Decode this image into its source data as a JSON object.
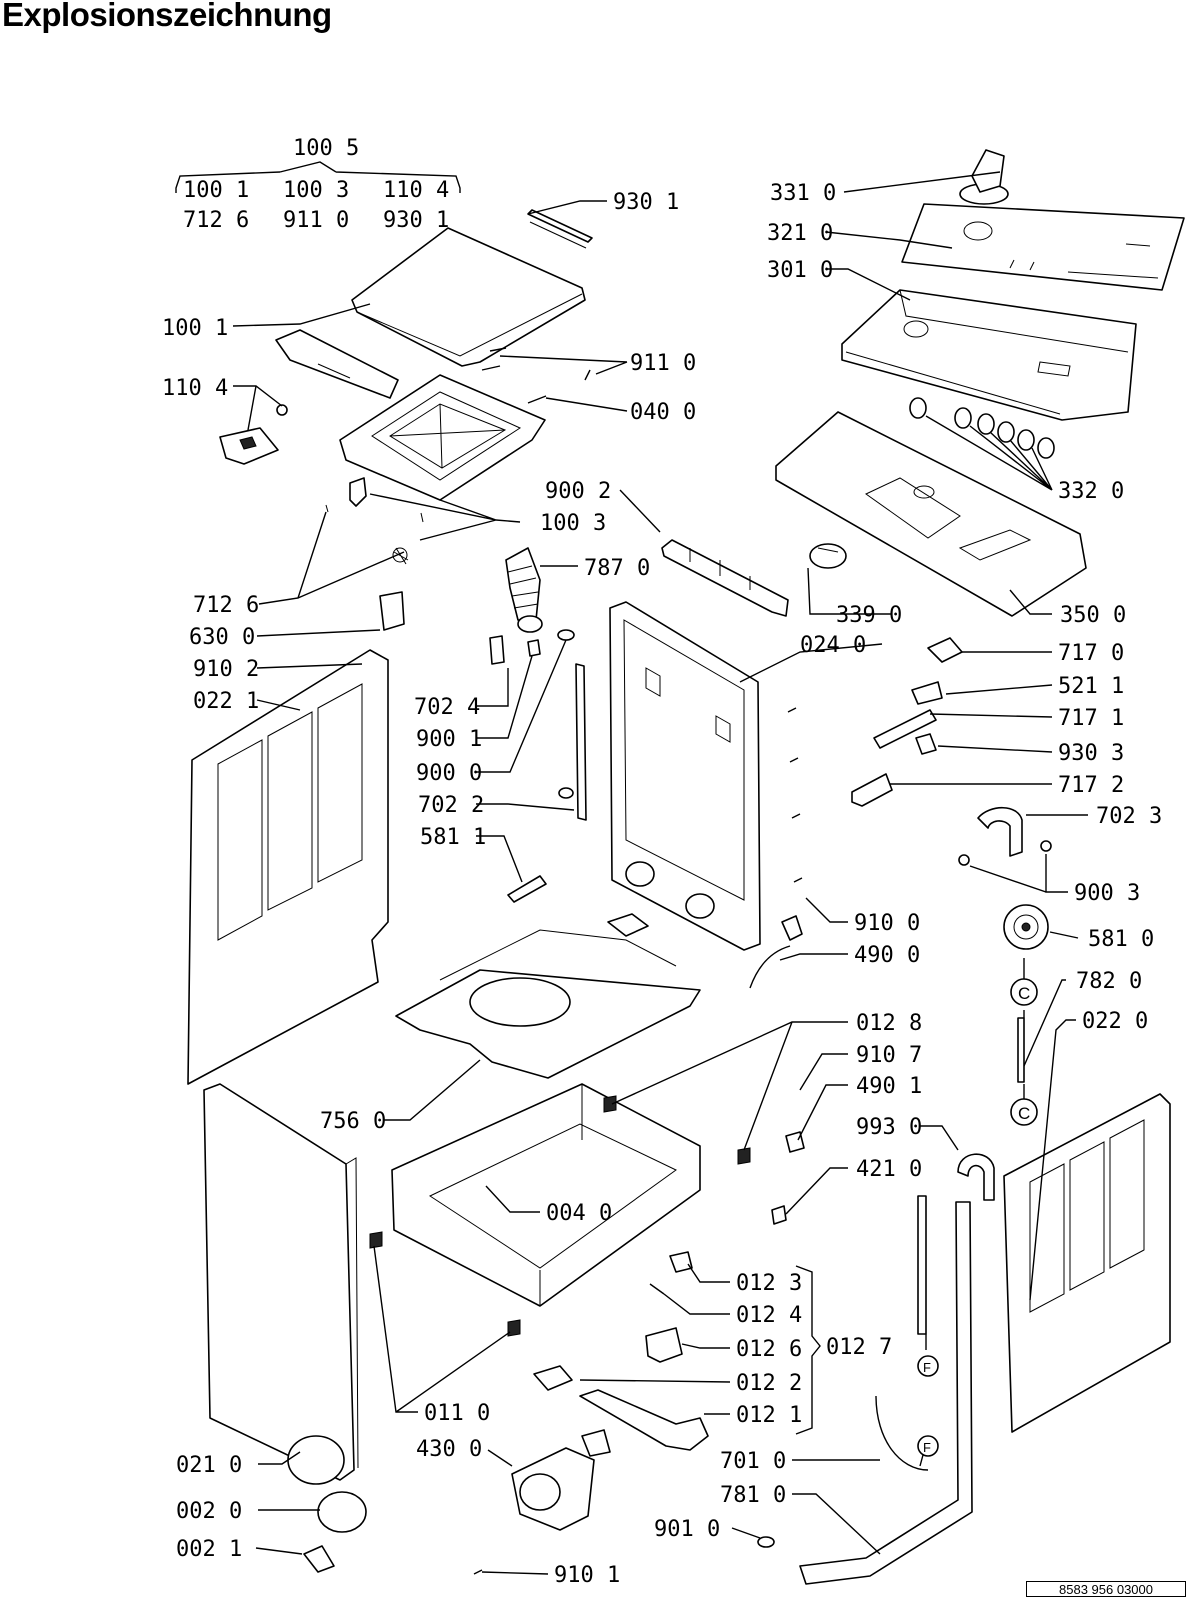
{
  "title": "Explosionszeichnung",
  "doc_number": "8583 956 03000",
  "labels": {
    "kit_1005": "100 5",
    "kit_row1_a": "100 1",
    "kit_row1_b": "100 3",
    "kit_row1_c": "110 4",
    "kit_row2_a": "712 6",
    "kit_row2_b": "911 0",
    "kit_row2_c": "930 1",
    "p9301_top": "930 1",
    "p1001": "100 1",
    "p1104": "110 4",
    "p9110": "911 0",
    "p0400": "040 0",
    "p1003": "100 3",
    "p9002": "900 2",
    "p7870": "787 0",
    "p7126": "712 6",
    "p6300": "630 0",
    "p9102": "910 2",
    "p0221": "022 1",
    "p7024": "702 4",
    "p9001": "900 1",
    "p9000": "900 0",
    "p7022": "702 2",
    "p5811": "581 1",
    "p3310": "331 0",
    "p3210": "321 0",
    "p3010": "301 0",
    "p3320": "332 0",
    "p3390": "339 0",
    "p3500": "350 0",
    "p0240": "024 0",
    "p7170": "717 0",
    "p5211": "521 1",
    "p7171": "717 1",
    "p9303": "930 3",
    "p7172": "717 2",
    "p7023": "702 3",
    "p9003": "900 3",
    "p9100": "910 0",
    "p4900": "490 0",
    "p5810": "581 0",
    "p7820": "782 0",
    "p0220": "022 0",
    "p0128": "012 8",
    "p9107": "910 7",
    "p4901": "490 1",
    "p9930": "993 0",
    "p4210": "421 0",
    "p7560": "756 0",
    "p0040": "004 0",
    "p0123": "012 3",
    "p0124": "012 4",
    "p0126": "012 6",
    "p0127": "012 7",
    "p0122": "012 2",
    "p0121": "012 1",
    "p0110": "011 0",
    "p4300": "430 0",
    "p0210": "021 0",
    "p0200": "002 0",
    "p0201": "002 1",
    "p9101": "910 1",
    "p7010": "701 0",
    "p7810": "781 0",
    "p9010": "901 0",
    "conn_c": "C",
    "conn_f": "F"
  }
}
